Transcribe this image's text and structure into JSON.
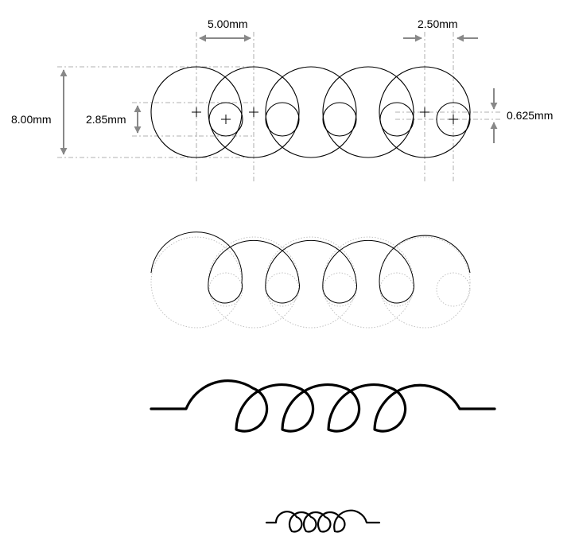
{
  "dimensions": {
    "large_diameter": "8.00mm",
    "small_diameter": "2.85mm",
    "large_pitch": "5.00mm",
    "small_pitch": "2.50mm",
    "offset": "0.625mm"
  },
  "colors": {
    "stroke": "#000000",
    "guide": "#999999",
    "arrow": "#888888",
    "ghost": "#bbbbbb"
  },
  "figures": {
    "construction": "circle-construction",
    "traced": "traced-coil",
    "bold": "inductor-symbol",
    "small": "inductor-symbol-small"
  }
}
